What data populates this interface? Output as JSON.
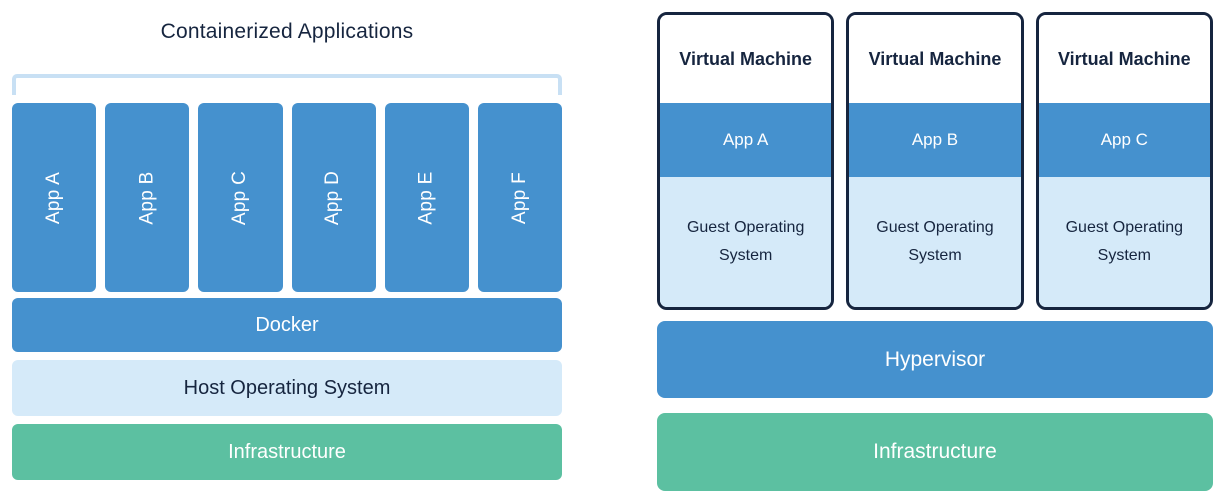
{
  "left_panel": {
    "title": "Containerized Applications",
    "apps": [
      "App A",
      "App B",
      "App C",
      "App D",
      "App E",
      "App F"
    ],
    "layers": {
      "docker": "Docker",
      "host_os": "Host Operating System",
      "infrastructure": "Infrastructure"
    }
  },
  "right_panel": {
    "vms": [
      {
        "title": "Virtual Machine",
        "app": "App A",
        "os": "Guest Operating System"
      },
      {
        "title": "Virtual Machine",
        "app": "App B",
        "os": "Guest Operating System"
      },
      {
        "title": "Virtual Machine",
        "app": "App C",
        "os": "Guest Operating System"
      }
    ],
    "layers": {
      "hypervisor": "Hypervisor",
      "infrastructure": "Infrastructure"
    }
  },
  "colors": {
    "blue": "#4591CE",
    "light-blue": "#D5EAF9",
    "green": "#5CC0A1",
    "navy": "#16253F",
    "bracket": "#C8E0F4",
    "white": "#FFFFFF"
  }
}
